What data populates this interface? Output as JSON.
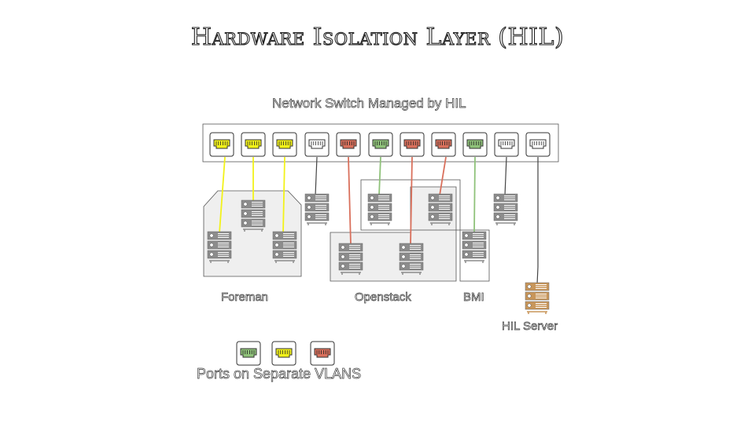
{
  "title": "Hardware Isolation Layer (HIL)",
  "switch_label": "Network Switch Managed by HIL",
  "groups": {
    "foreman": "Foreman",
    "openstack": "Openstack",
    "bmi": "BMI",
    "hil_server": "HIL Server"
  },
  "legend": {
    "caption": "Ports on Separate VLANS",
    "ports": [
      "green",
      "yellow",
      "red"
    ]
  },
  "switch_ports": [
    "yellow",
    "yellow",
    "yellow",
    "white",
    "red",
    "green",
    "red",
    "red",
    "green",
    "white",
    "white"
  ],
  "colors": {
    "yellow": "#f2f21a",
    "red": "#d9705c",
    "green": "#8fc27a",
    "white": "#ffffff",
    "hil_server": "#c8965a",
    "server": "#8c8c8c",
    "group_fill": "#efefef"
  },
  "icons": {
    "port": "ethernet-port-icon",
    "server": "server-rack-icon"
  }
}
